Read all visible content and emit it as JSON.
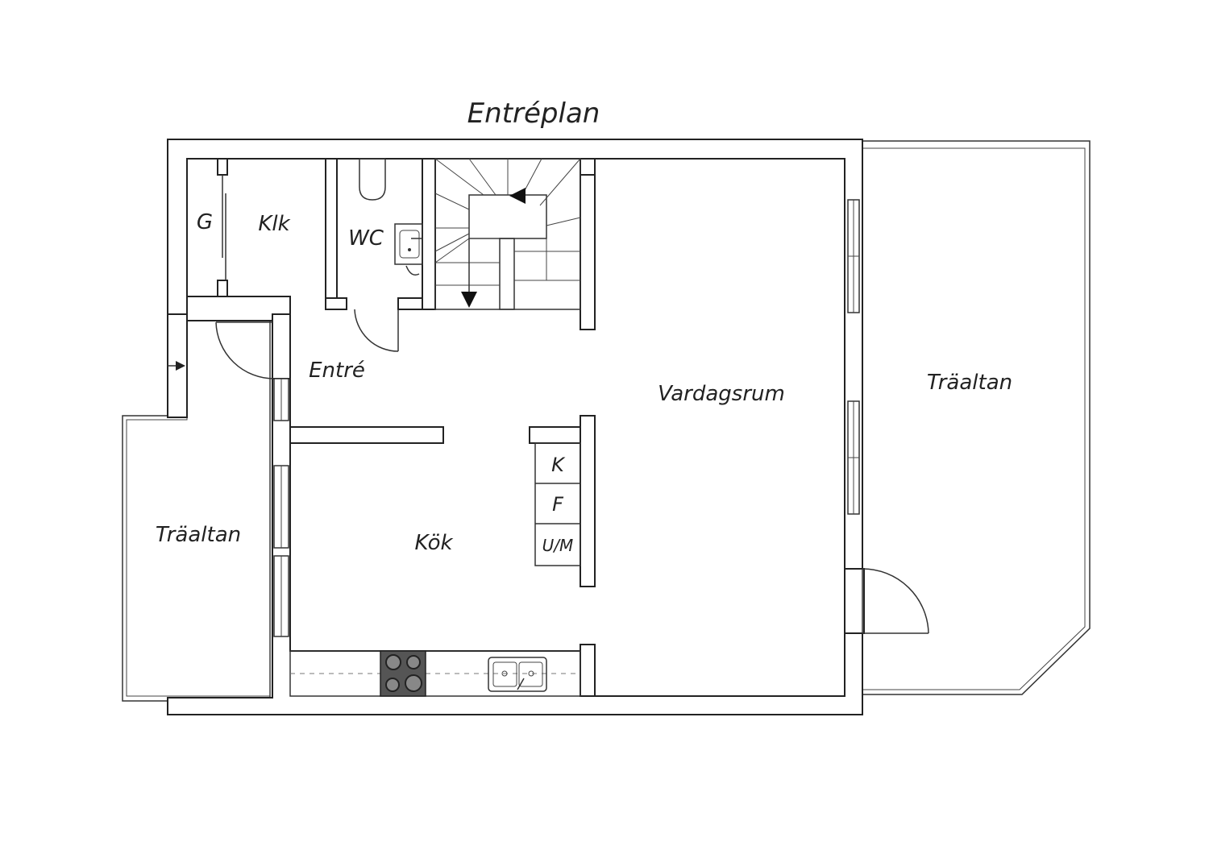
{
  "title": "Entréplan",
  "rooms": {
    "garderob": "G",
    "klk": "Klk",
    "wc": "WC",
    "entre": "Entré",
    "vardagsrum": "Vardagsrum",
    "traaltan_left": "Träaltan",
    "traaltan_right": "Träaltan",
    "kok": "Kök"
  },
  "appliances": {
    "kyl": "K",
    "frys": "F",
    "ugn_micro": "U/M"
  },
  "colors": {
    "line": "#222222",
    "background": "#ffffff",
    "stove": "#555555"
  },
  "icons": [
    "arrow-icon",
    "stove-icon",
    "sink-icon",
    "toilet-icon",
    "stair-arrow-icon"
  ]
}
